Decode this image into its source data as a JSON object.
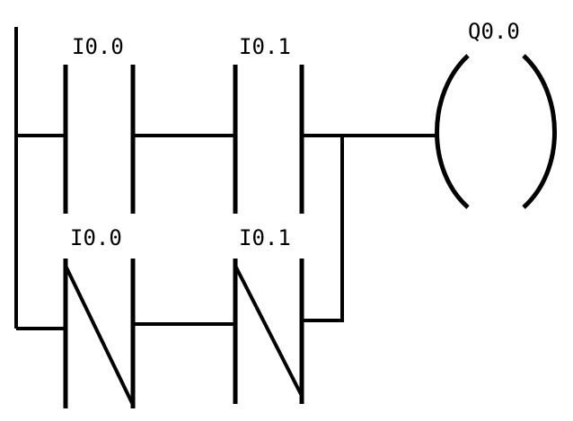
{
  "diagram": {
    "type": "ladder",
    "colors": {
      "line": "#000000",
      "background": "#ffffff"
    },
    "rungs": [
      {
        "contacts": [
          {
            "label": "I0.0",
            "kind": "normally-open"
          },
          {
            "label": "I0.1",
            "kind": "normally-open"
          }
        ],
        "coil": {
          "label": "Q0.0"
        }
      },
      {
        "contacts": [
          {
            "label": "I0.0",
            "kind": "normally-closed"
          },
          {
            "label": "I0.1",
            "kind": "normally-closed"
          }
        ]
      }
    ]
  }
}
